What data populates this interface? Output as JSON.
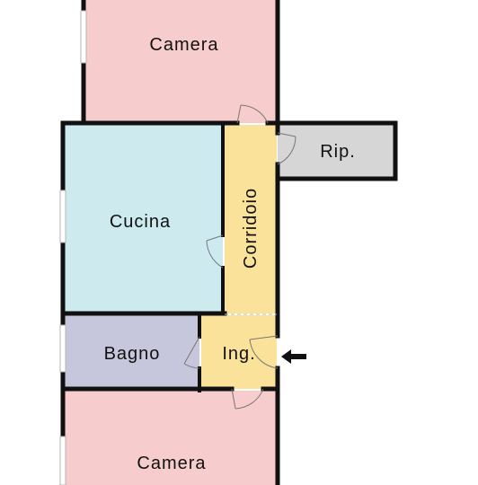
{
  "rooms": {
    "camera_top": {
      "label": "Camera",
      "color": "#f6cccc"
    },
    "cucina": {
      "label": "Cucina",
      "color": "#cdeaee"
    },
    "corridoio": {
      "label": "Corridoio",
      "color": "#fbe29a"
    },
    "ripostiglio": {
      "label": "Rip.",
      "color": "#d6d6d6"
    },
    "bagno": {
      "label": "Bagno",
      "color": "#c6c6dc"
    },
    "ingresso": {
      "label": "Ing.",
      "color": "#fbe29a"
    },
    "camera_bottom": {
      "label": "Camera",
      "color": "#f6cccc"
    }
  },
  "colors": {
    "wall": "#111111",
    "door": "#777777",
    "window": "#b5b5b5"
  },
  "entrance_arrow": {
    "icon": "entrance-arrow-icon"
  }
}
